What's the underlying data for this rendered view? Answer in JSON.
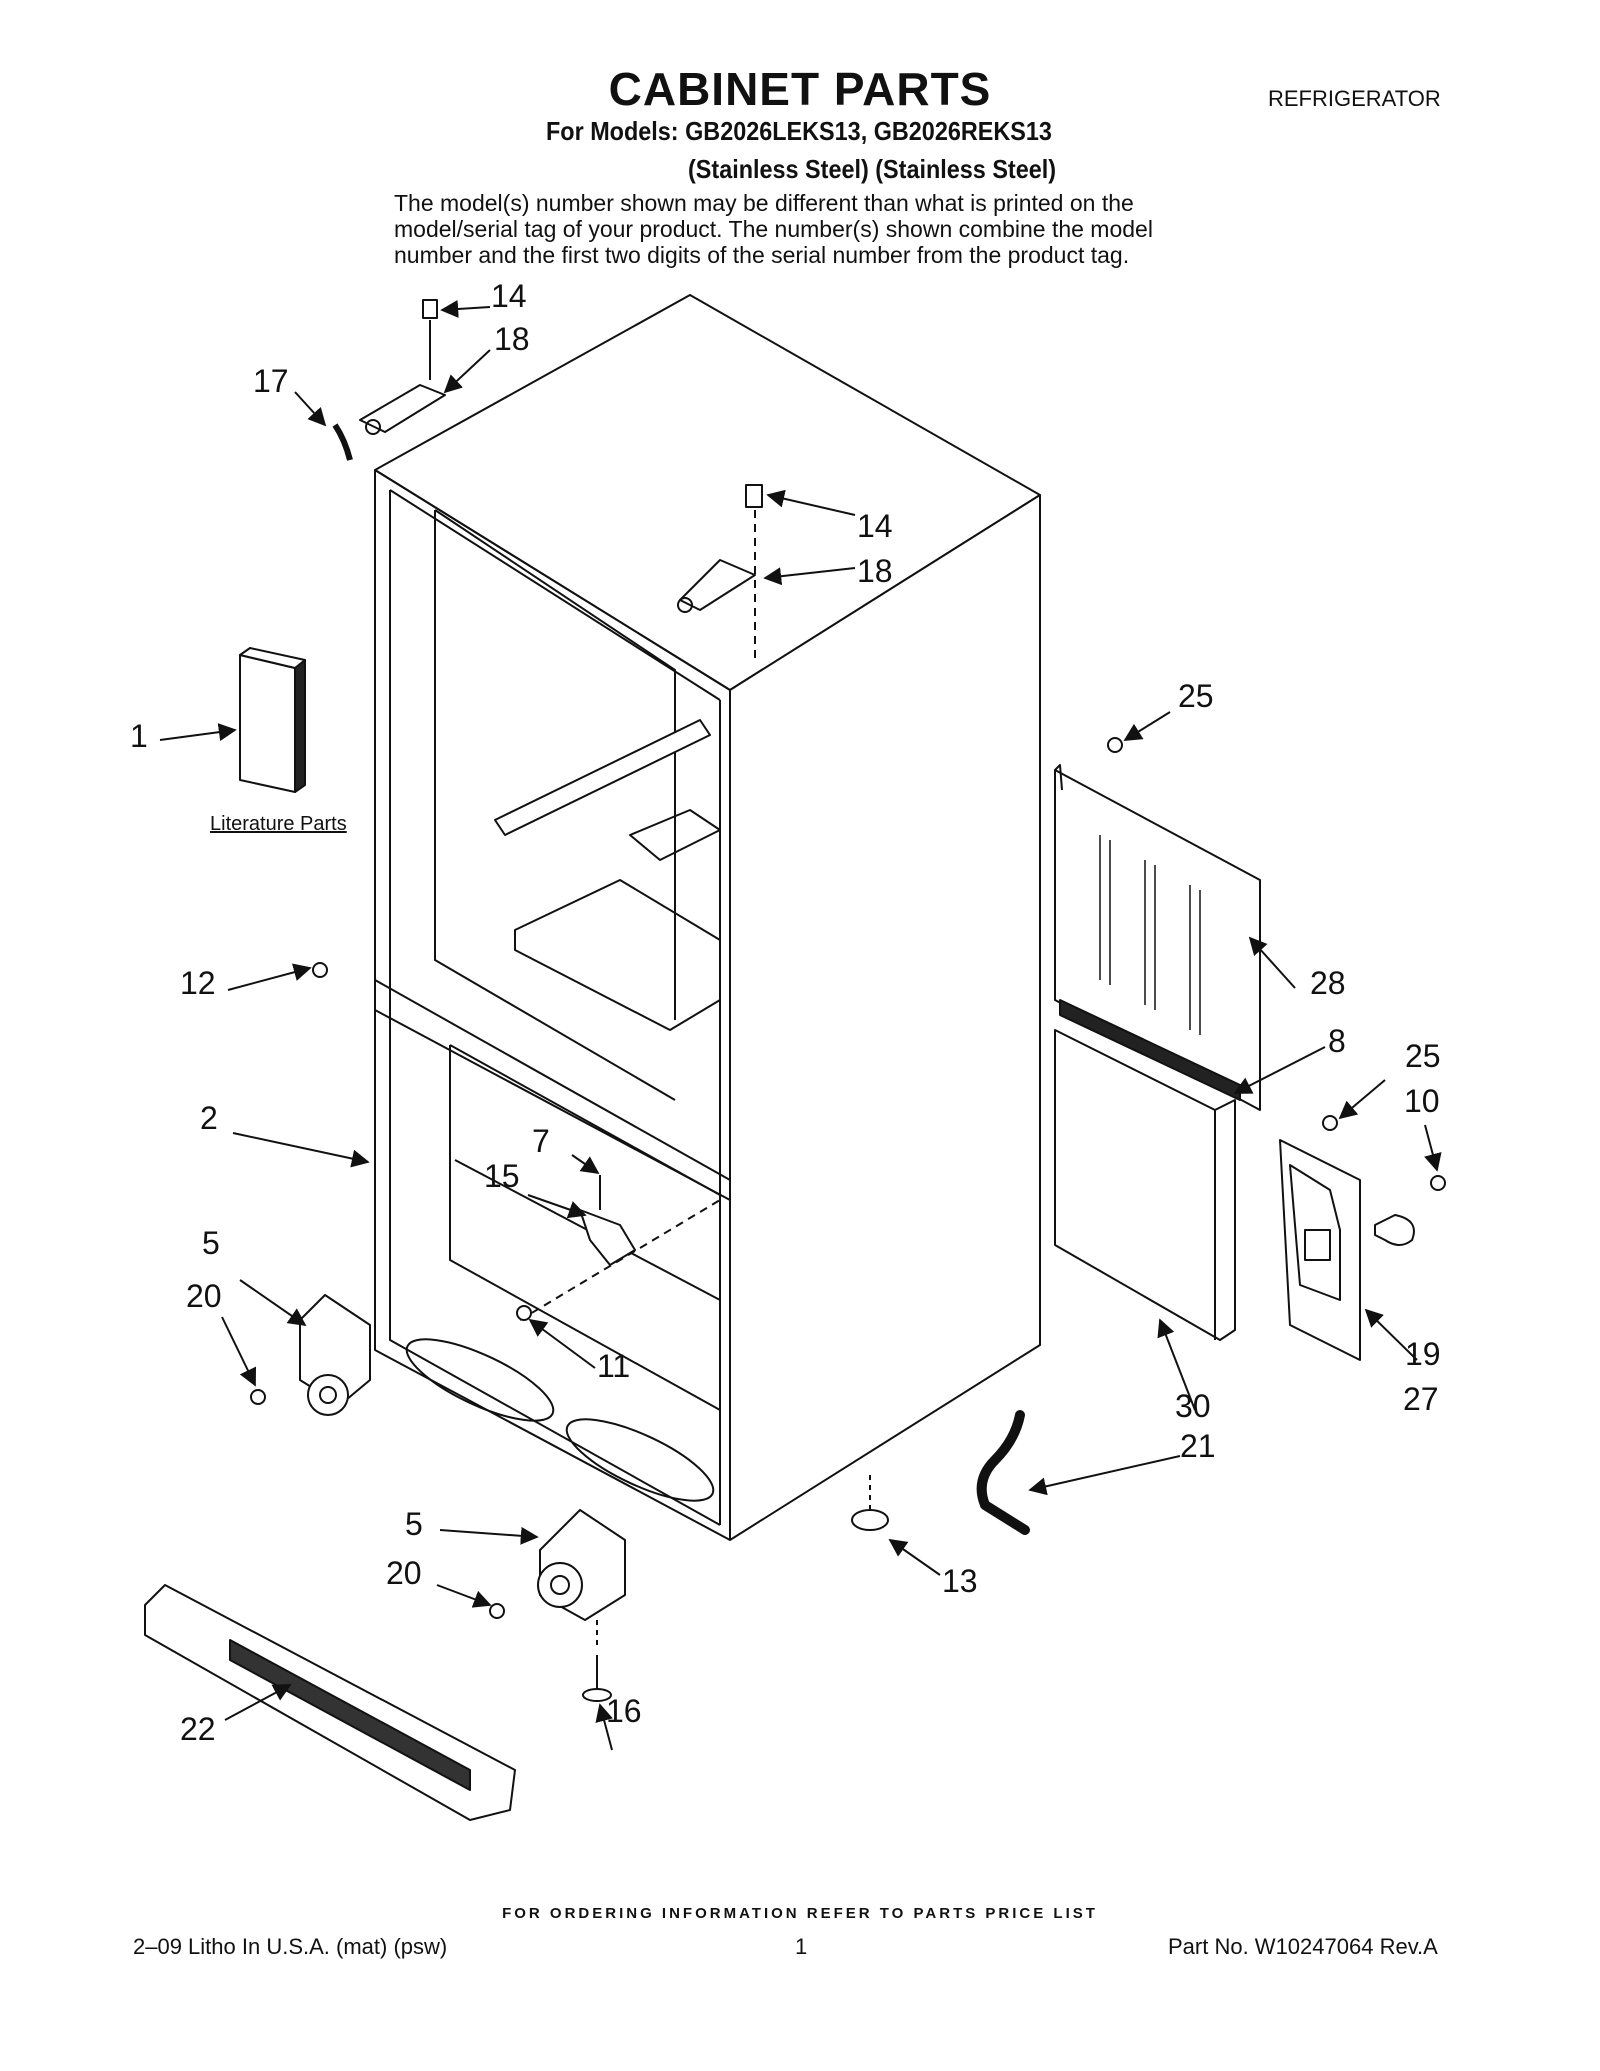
{
  "header": {
    "title": "CABINET PARTS",
    "category": "REFRIGERATOR",
    "models_line": "For Models: GB2026LEKS13, GB2026REKS13",
    "finish_line": "(Stainless Steel) (Stainless Steel)",
    "note_lines": [
      "The model(s) number shown may be different than what is printed on the",
      "model/serial tag of your product. The number(s) shown combine the model",
      "number and the first two digits of the serial number from the product tag."
    ]
  },
  "diagram": {
    "literature_label": "Literature Parts",
    "callouts": [
      "14",
      "18",
      "17",
      "14",
      "18",
      "1",
      "25",
      "12",
      "28",
      "8",
      "25",
      "10",
      "2",
      "7",
      "15",
      "5",
      "20",
      "11",
      "19",
      "27",
      "30",
      "21",
      "5",
      "20",
      "13",
      "16",
      "22"
    ]
  },
  "footer": {
    "ordering": "FOR ORDERING INFORMATION REFER TO PARTS PRICE LIST",
    "print_info": "2–09 Litho In U.S.A. (mat) (psw)",
    "page": "1",
    "part_no": "Part No. W10247064 Rev.A"
  }
}
